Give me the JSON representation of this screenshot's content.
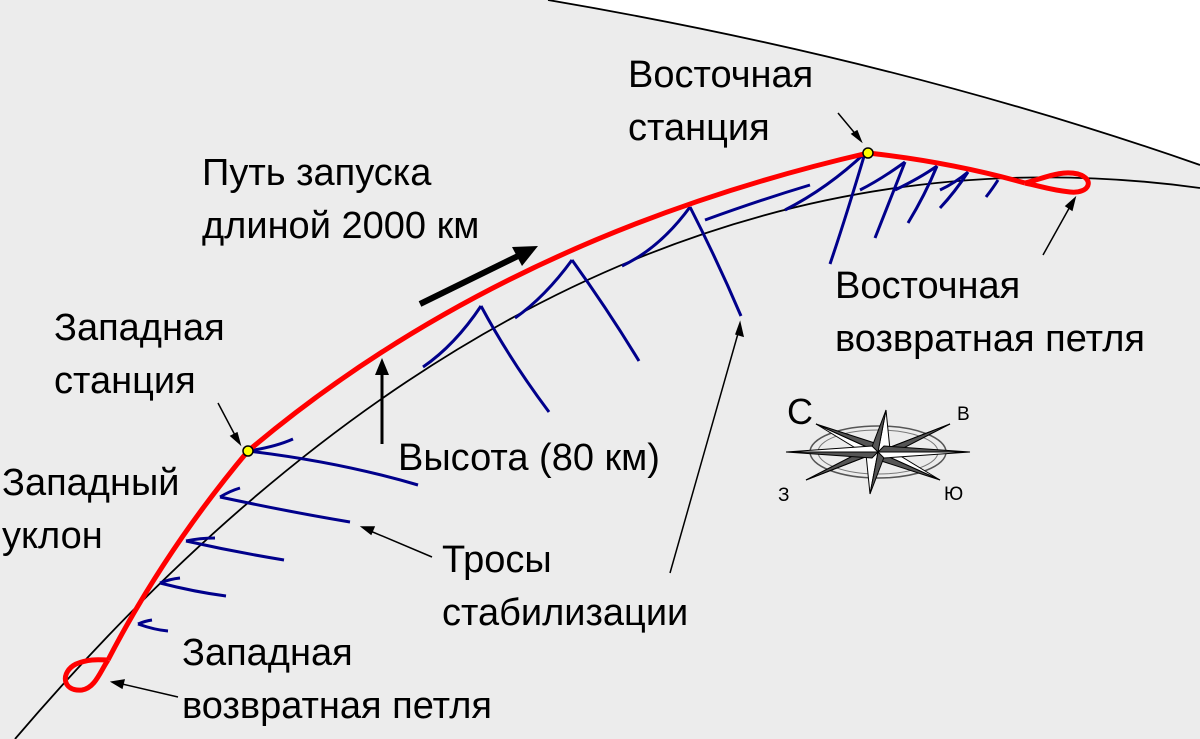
{
  "labels": {
    "east_station": [
      "Восточная",
      "станция"
    ],
    "launch_path": [
      "Путь запуска",
      "длиной 2000 км"
    ],
    "west_station": [
      "Западная",
      "станция"
    ],
    "west_slope": [
      "Западный",
      "уклон"
    ],
    "altitude": "Высота (80 км)",
    "cables": [
      "Тросы",
      "стабилизации"
    ],
    "west_loop": [
      "Западная",
      "возвратная петля"
    ],
    "east_loop": [
      "Восточная",
      "возвратная петля"
    ]
  },
  "compass": {
    "north": "С",
    "east": "В",
    "south": "Ю",
    "west": "З"
  },
  "colors": {
    "background": "#ececec",
    "track": "#ff0000",
    "cables": "#00008b",
    "station_marker": "#ffff00",
    "ground": "#000000"
  }
}
